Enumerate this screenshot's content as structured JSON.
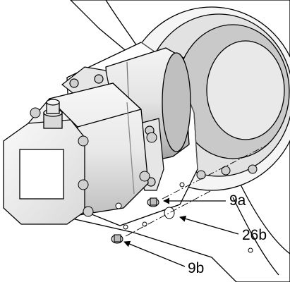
{
  "callouts": {
    "bolt_upper": "9a",
    "flange": "26b",
    "bolt_lower": "9b"
  },
  "colors": {
    "outline": "#000000",
    "shade_light": "#f2f2f2",
    "shade_mid": "#d6d6d6",
    "shade_dark": "#a8a8a8",
    "background": "#ffffff"
  },
  "icons": {
    "leader": "arrow"
  }
}
